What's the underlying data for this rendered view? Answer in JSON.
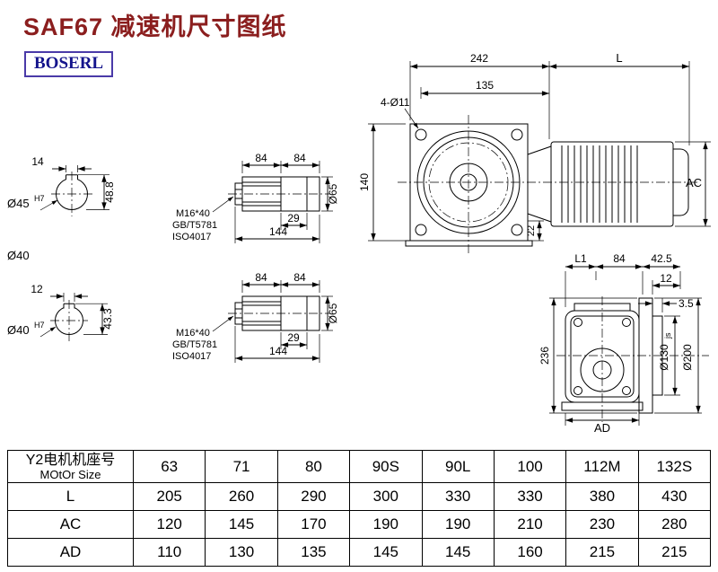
{
  "colors": {
    "title_red": "#8b1e1e",
    "logo_blue": "#14148c",
    "logo_border": "#4a3aa8",
    "line_black": "#000000"
  },
  "header": {
    "title": "SAF67 减速机尺寸图纸",
    "logo": "BOSERL"
  },
  "front_view": {
    "dim_width": "242",
    "dim_motor_length": "L",
    "dim_flange_pitch": "135",
    "bolt_holes_note": "4-Ø11",
    "dim_height": "140",
    "dim_foot": "22",
    "dim_motor_dia": "AC"
  },
  "side_view": {
    "dim_l1": "L1",
    "dim_84": "84",
    "dim_42_5": "42.5",
    "dim_12": "12",
    "dim_3_5": "3.5",
    "dim_height": "236",
    "dia_spigot": "Ø130",
    "dia_spigot_tol": "js",
    "dia_flange": "Ø200",
    "dim_ad": "AD"
  },
  "shaft_section_top": {
    "dim_keyway_width": "14",
    "dia": "Ø45",
    "dia_tol": "H7",
    "dim_keyway_height": "48.8"
  },
  "shaft_section_note": "Ø40",
  "shaft_section_bottom": {
    "dim_keyway_width": "12",
    "dia": "Ø40",
    "dia_tol": "H7",
    "dim_keyway_height": "43.3"
  },
  "shaft_detail": {
    "dim_84_left": "84",
    "dim_84_right": "84",
    "dim_29": "29",
    "dim_144": "144",
    "dia_65": "Ø65",
    "bolt_spec": "M16*40",
    "bolt_standard": "GB/T5781",
    "bolt_iso": "ISO4017"
  },
  "table": {
    "rows": [
      {
        "label": "Y2电机机座号",
        "label2": "MOtOr Size",
        "values": [
          "63",
          "71",
          "80",
          "90S",
          "90L",
          "100",
          "112M",
          "132S"
        ]
      },
      {
        "label": "L",
        "label2": "",
        "values": [
          "205",
          "260",
          "290",
          "300",
          "330",
          "330",
          "380",
          "430"
        ]
      },
      {
        "label": "AC",
        "label2": "",
        "values": [
          "120",
          "145",
          "170",
          "190",
          "190",
          "210",
          "230",
          "280"
        ]
      },
      {
        "label": "AD",
        "label2": "",
        "values": [
          "110",
          "130",
          "135",
          "145",
          "145",
          "160",
          "215",
          "215"
        ]
      }
    ]
  }
}
